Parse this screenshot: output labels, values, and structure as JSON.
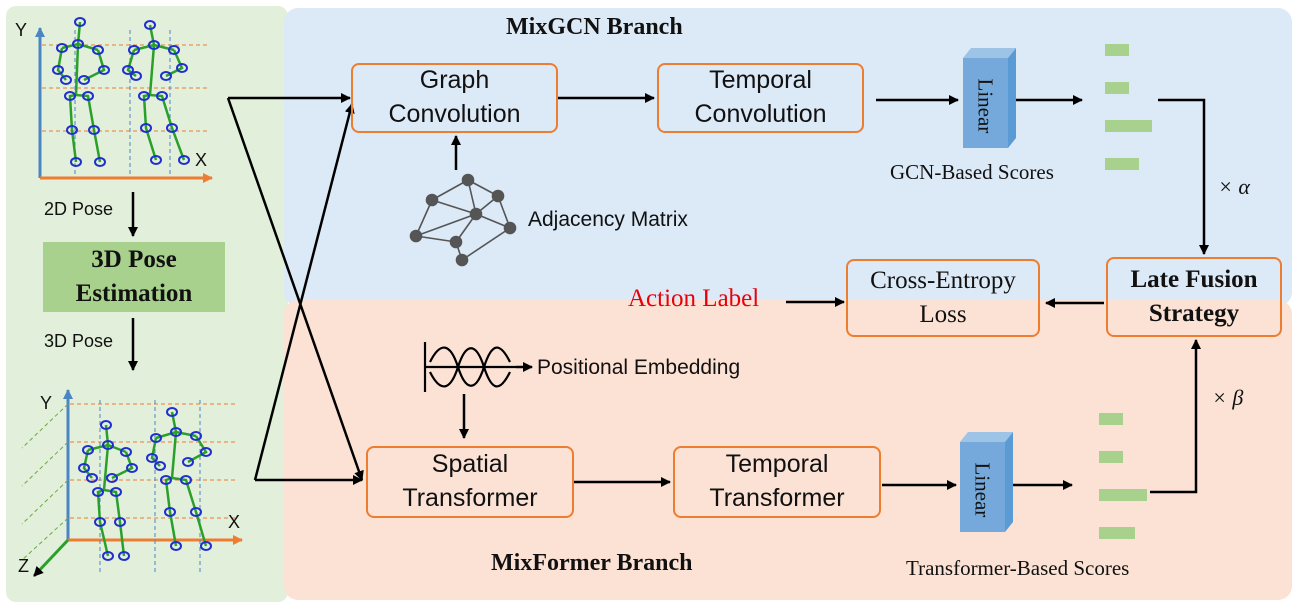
{
  "branches": {
    "gcn_title": "MixGCN Branch",
    "former_title": "MixFormer Branch"
  },
  "pose": {
    "pose2d_label": "2D Pose",
    "pose3d_label": "3D Pose",
    "estimation_line1": "3D Pose",
    "estimation_line2": "Estimation",
    "axis_x": "X",
    "axis_y": "Y",
    "axis_z": "Z"
  },
  "gcn": {
    "graph_conv_line1": "Graph",
    "graph_conv_line2": "Convolution",
    "temporal_conv_line1": "Temporal",
    "temporal_conv_line2": "Convolution",
    "linear": "Linear",
    "scores_label": "GCN-Based Scores",
    "adjacency_label": "Adjacency Matrix"
  },
  "former": {
    "spatial_line1": "Spatial",
    "spatial_line2": "Transformer",
    "temporal_line1": "Temporal",
    "temporal_line2": "Transformer",
    "linear": "Linear",
    "scores_label": "Transformer-Based Scores",
    "pos_embed_label": "Positional Embedding"
  },
  "fusion": {
    "late_line1": "Late Fusion",
    "late_line2": "Strategy",
    "loss_line1": "Cross-Entropy",
    "loss_line2": "Loss",
    "action_label": "Action Label",
    "alpha": "× α",
    "beta": "× β"
  },
  "colors": {
    "box_border": "#ed7d31",
    "score_bar": "#a9d18e",
    "action_label": "#e8000b"
  }
}
